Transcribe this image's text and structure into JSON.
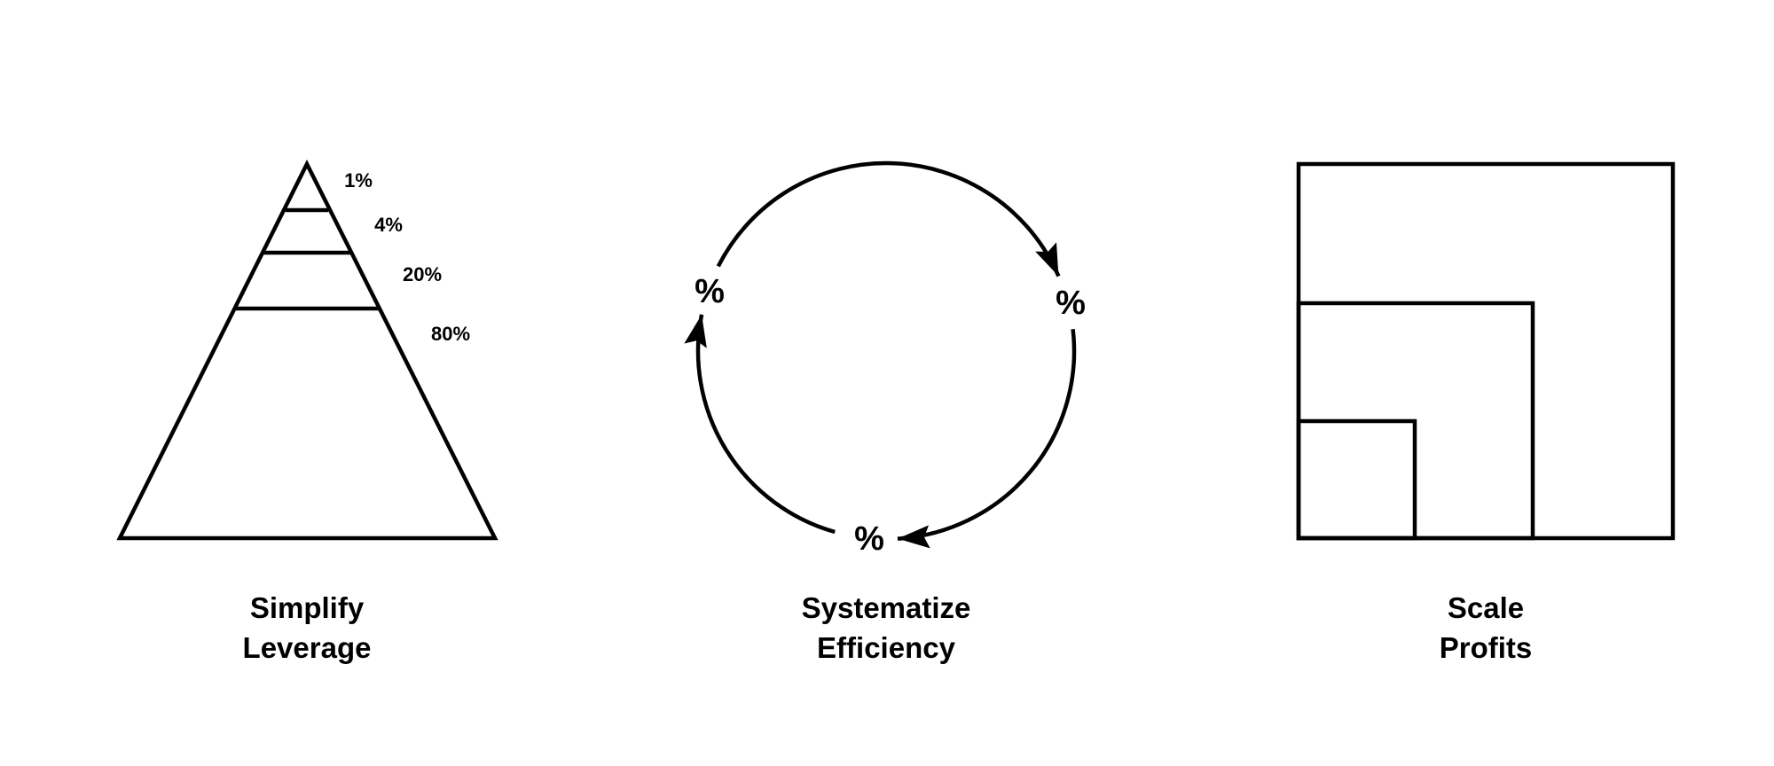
{
  "pyramid": {
    "levels": [
      "1%",
      "4%",
      "20%",
      "80%"
    ],
    "title_line1": "Simplify",
    "title_line2": "Leverage"
  },
  "cycle": {
    "nodes": [
      "%",
      "%",
      "%"
    ],
    "title_line1": "Systematize",
    "title_line2": "Efficiency"
  },
  "squares": {
    "title_line1": "Scale",
    "title_line2": "Profits"
  },
  "colors": {
    "stroke": "#000000",
    "background": "#ffffff"
  }
}
